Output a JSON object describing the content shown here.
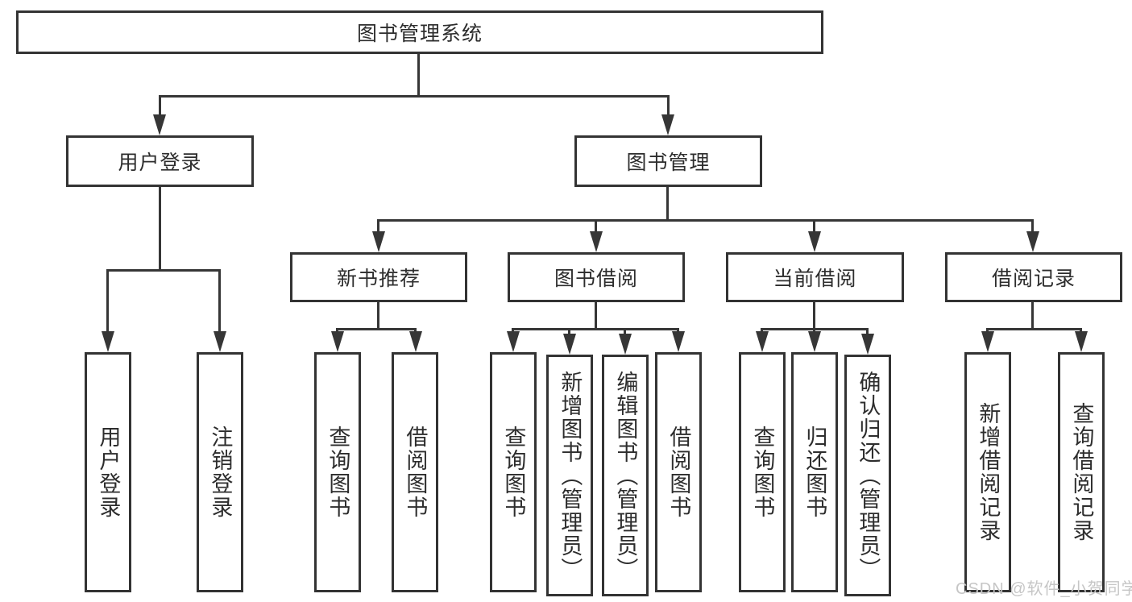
{
  "nodes": {
    "root": "图书管理系统",
    "l2": [
      "用户登录",
      "图书管理"
    ],
    "l3": [
      "新书推荐",
      "图书借阅",
      "当前借阅",
      "借阅记录"
    ],
    "leaves_login": [
      "用户登录",
      "注销登录"
    ],
    "leaves_recommend": [
      "查询图书",
      "借阅图书"
    ],
    "leaves_borrow": [
      "查询图书",
      "新增图书（管理员）",
      "编辑图书（管理员）",
      "借阅图书"
    ],
    "leaves_current": [
      "查询图书",
      "归还图书",
      "确认归还（管理员）"
    ],
    "leaves_records": [
      "新增借阅记录",
      "查询借阅记录"
    ]
  },
  "watermark": "CSDN @软件_小贺同学",
  "colors": {
    "line": "#363636",
    "border": "#333333",
    "text": "#2d2d2d",
    "watermark": "#c6c6c6",
    "background": "#ffffff"
  }
}
